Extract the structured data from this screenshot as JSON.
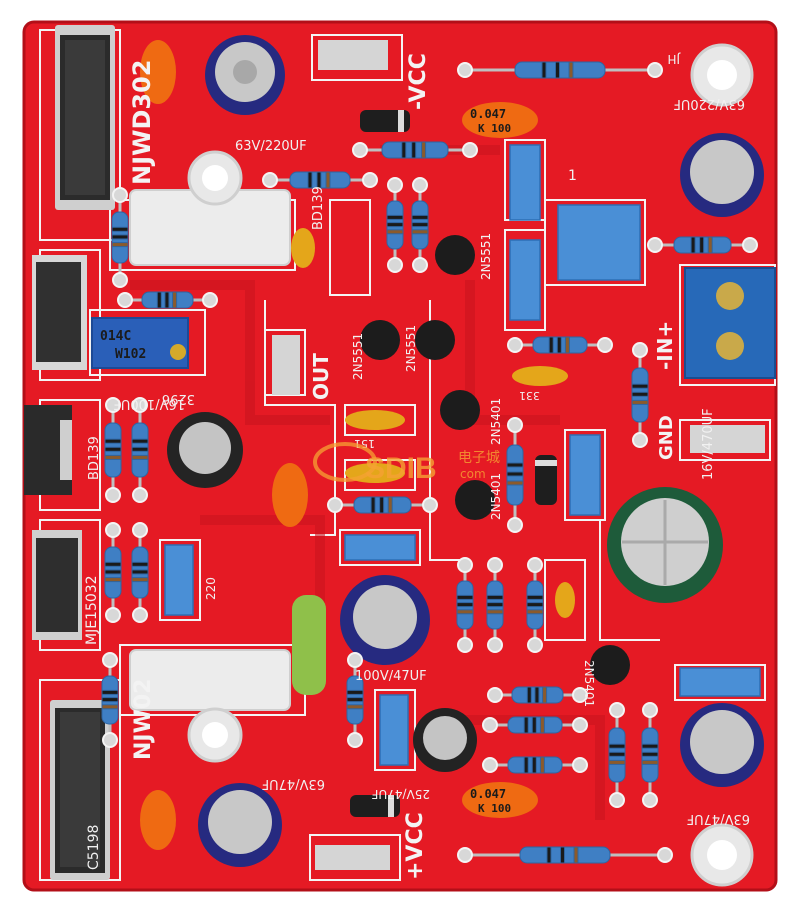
{
  "colors": {
    "pcb": "#e51a24",
    "pcb_dark": "#b30f18",
    "silkscreen": "#f4f4f4",
    "pad": "#d8d8d8",
    "resistor_blue": "#3f7fc4",
    "box_cap": "#4a8fd6",
    "electrolytic": "#2a2f8f",
    "film_orange": "#ef6a12",
    "power_resistor": "#efefef",
    "terminal_block": "#2769b8",
    "watermark": "#f6a233"
  },
  "labels": {
    "njwd302": "NJWD302",
    "njw02": "NJW02",
    "ncc": "-VCC",
    "pcc": "+VCC",
    "in_label": "-IN+",
    "gnd": "GND",
    "out": "OUT",
    "bd139_top": "BD139",
    "bd139_left": "BD139",
    "mje15032": "MJE15032",
    "c5198": "C5198",
    "tr_2n5551_a": "2N5551",
    "tr_2n5551_b": "2N5551",
    "tr_2n5401_a": "2N5401",
    "tr_2n5401_b": "2N5401",
    "tr_2n5401_c": "2N5401",
    "tr_2n5551_c": "2N5551",
    "cap_63v220uf_top": "63V/220UF",
    "cap_63v220uf_right": "63V/220UF",
    "cap_16v100uf": "16V/100UF",
    "cap_16v470uf": "16V/470UF",
    "cap_100v47uf": "100V/47UF",
    "cap_63v47uf_mid": "63V/47UF",
    "cap_63v47uf_bottom": "63V/47UF",
    "cap_25v47uf": "25V/47UF",
    "trim_code": "3296",
    "trim_top": "014C",
    "trim_bottom": "W102",
    "film_top": "0.047",
    "film_top_k": "K 100",
    "film_bottom": "0.047",
    "film_bottom_k": "K 100",
    "jh": "JH",
    "num_1": "1",
    "label_331": "331",
    "label_151": "151",
    "label_220": "220",
    "watermark": "SDIB",
    "watermark_sub": "电子城",
    "watermark_url": "com"
  }
}
